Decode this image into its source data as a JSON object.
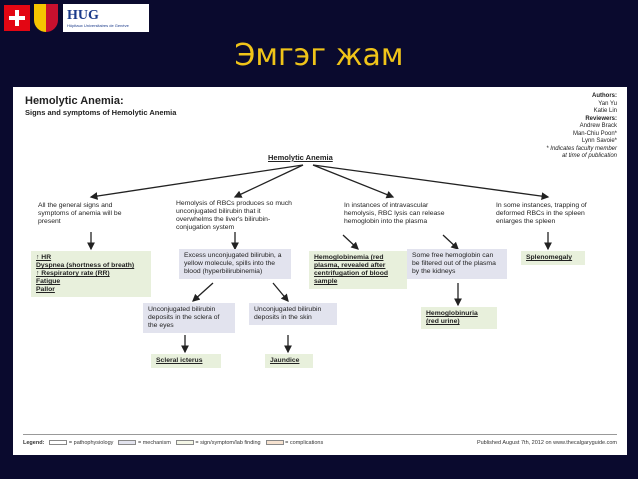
{
  "header": {
    "hug_main": "HUG",
    "hug_sub": "Hôpitaux Universitaires de Genève",
    "slide_title": "Эмгэг жам"
  },
  "diagram": {
    "title": "Hemolytic Anemia:",
    "subtitle": "Signs and symptoms of Hemolytic Anemia",
    "authors": [
      {
        "text": "Authors:",
        "style": "hd"
      },
      {
        "text": "Yan Yu",
        "style": ""
      },
      {
        "text": "Katie Lin",
        "style": ""
      },
      {
        "text": "Reviewers:",
        "style": "hd"
      },
      {
        "text": "Andrew Brack",
        "style": ""
      },
      {
        "text": "Man-Chiu Poon*",
        "style": ""
      },
      {
        "text": "Lynn Savoie*",
        "style": ""
      },
      {
        "text": "* Indicates faculty member",
        "style": "it"
      },
      {
        "text": "at time of publication",
        "style": "it"
      }
    ],
    "root": "Hemolytic Anemia",
    "nodes": {
      "general_signs": "All the general signs and symptoms of anemia will be present",
      "hemolysis_rbc": "Hemolysis of RBCs produces so much unconjugated bilirubin that it overwhelms the liver's bilirubin-conjugation system",
      "intravascular": "In instances of intravascular hemolysis, RBC lysis can release hemoglobin into the plasma",
      "trapping": "In some instances, trapping of deformed RBCs in the spleen enlarges the spleen",
      "excess_bilirubin": "Excess unconjugated bilirubin, a yellow molecule, spills into the blood (hyperbilirubinemia)",
      "free_hemoglobin": "Some free hemoglobin can be filtered out of the plasma by the kidneys",
      "sclera_deposits": "Unconjugated bilirubin deposits in the sclera of the eyes",
      "skin_deposits": "Unconjugated bilirubin deposits in the skin"
    },
    "signs": {
      "anemia_signs": [
        "↑ HR",
        "Dyspnea (shortness of breath)",
        "↑ Respiratory rate (RR)",
        "Fatigue",
        "Pallor"
      ],
      "hemoglobinemia": "Hemoglobinemia (red plasma, revealed after centrifugation of blood sample",
      "splenomegaly": "Splenomegaly",
      "hemoglobinuria": "Hemoglobinuria (red urine)",
      "scleral_icterus": "Scleral icterus",
      "jaundice": "Jaundice"
    },
    "legend": {
      "label": "Legend:",
      "items": [
        {
          "text": "= pathophysiology",
          "color": "#ffffff"
        },
        {
          "text": "= mechanism",
          "color": "#e2e3ee"
        },
        {
          "text": "= sign/symptom/lab finding",
          "color": "#f4f6e6"
        },
        {
          "text": "= complications",
          "color": "#f6e2d0"
        }
      ],
      "published": "Published August 7th, 2012 on www.thecalgaryguide.com"
    }
  }
}
